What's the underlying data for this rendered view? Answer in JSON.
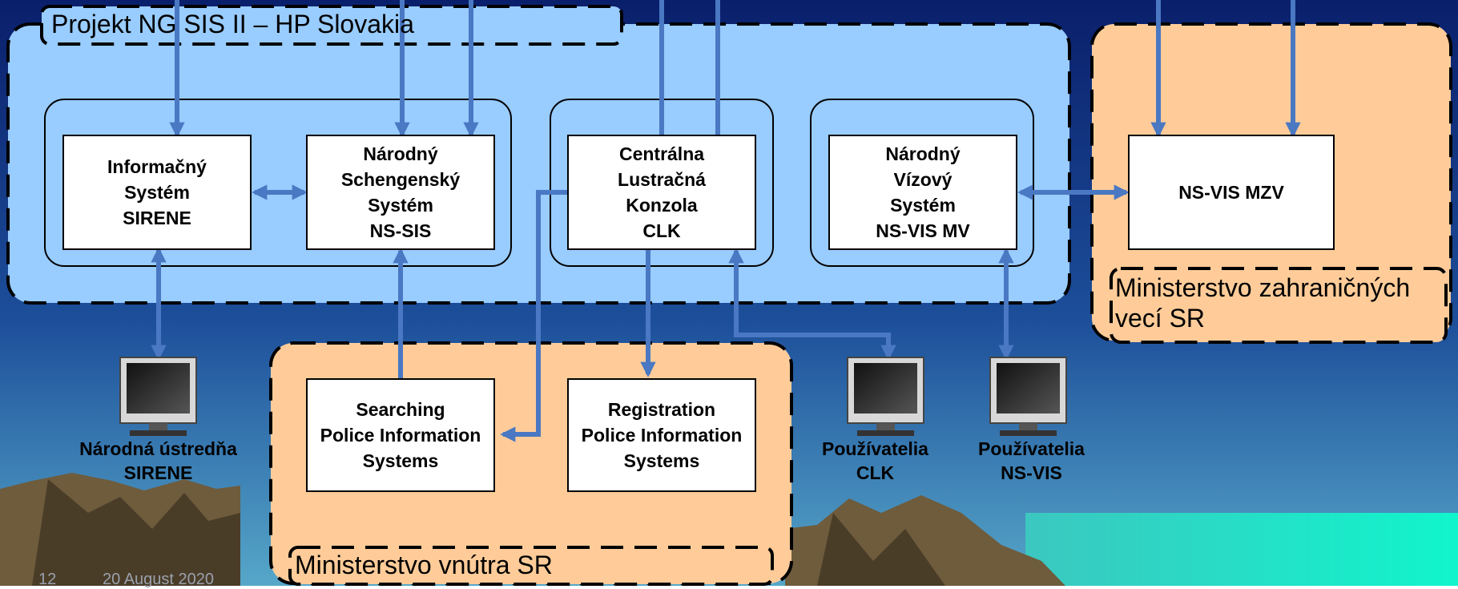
{
  "regions": {
    "project_label": "Projekt NG SIS II – HP Slovakia",
    "mzv_label": "Ministerstvo zahraničných\nvecí SR",
    "mv_label": "Ministerstvo vnútra SR"
  },
  "boxes": {
    "sirene": "Informačný\nSystém\nSIRENE",
    "nssis": "Národný\nSchengenský\nSystém\nNS-SIS",
    "clk": "Centrálna\nLustračná\nKonzola\nCLK",
    "nsvis_mv": "Národný\nVízový\nSystém\nNS-VIS MV",
    "nsvis_mzv": "NS-VIS MZV",
    "searching": "Searching\nPolice Information\nSystems",
    "registration": "Registration\nPolice Information\nSystems"
  },
  "workstations": {
    "sirene_users": "Národná ústredňa\nSIRENE",
    "clk_users": "Používatelia\nCLK",
    "nsvis_users": "Používatelia\nNS-VIS"
  },
  "footer": {
    "page_number": "12",
    "date": "20 August 2020"
  },
  "colors": {
    "sky_top": "#0a1f6b",
    "sky_bottom": "#3f8fb8",
    "project_fill": "#99ccff",
    "ministry_fill": "#ffcc99",
    "arrow": "#4a78c3",
    "sea": "#1de8c8",
    "mountain": "#6b5a3e"
  }
}
